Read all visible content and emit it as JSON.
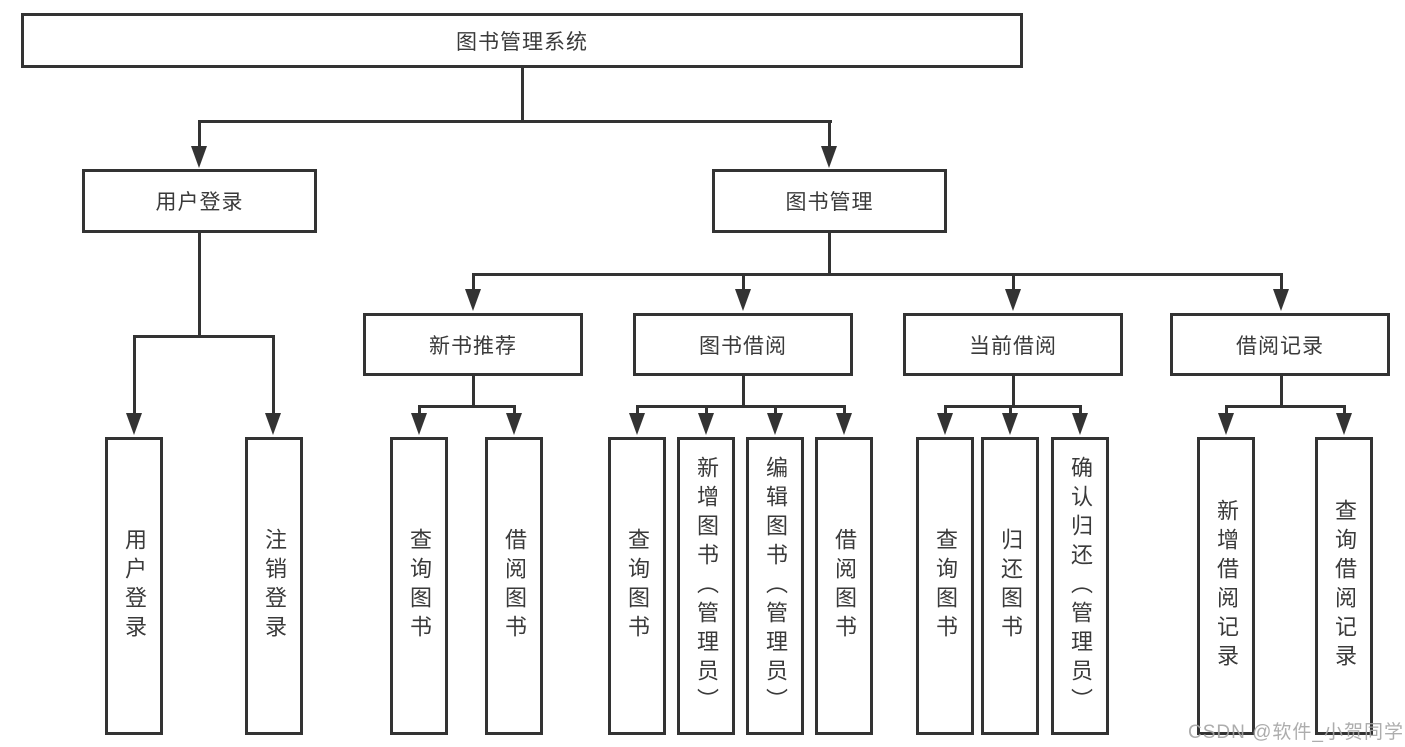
{
  "tree": {
    "label": "图书管理系统",
    "children": [
      {
        "label": "用户登录",
        "children": [
          {
            "label": "用户登录"
          },
          {
            "label": "注销登录"
          }
        ]
      },
      {
        "label": "图书管理",
        "children": [
          {
            "label": "新书推荐",
            "children": [
              {
                "label": "查询图书"
              },
              {
                "label": "借阅图书"
              }
            ]
          },
          {
            "label": "图书借阅",
            "children": [
              {
                "label": "查询图书"
              },
              {
                "label": "新增图书（管理员）"
              },
              {
                "label": "编辑图书（管理员）"
              },
              {
                "label": "借阅图书"
              }
            ]
          },
          {
            "label": "当前借阅",
            "children": [
              {
                "label": "查询图书"
              },
              {
                "label": "归还图书"
              },
              {
                "label": "确认归还（管理员）"
              }
            ]
          },
          {
            "label": "借阅记录",
            "children": [
              {
                "label": "新增借阅记录"
              },
              {
                "label": "查询借阅记录"
              }
            ]
          }
        ]
      }
    ]
  },
  "watermark": "CSDN @软件_小贺同学",
  "colors": {
    "line": "#333333",
    "box_border": "#333333",
    "text": "#3a3a3a",
    "watermark": "#a4a4a4",
    "background": "#ffffff"
  }
}
